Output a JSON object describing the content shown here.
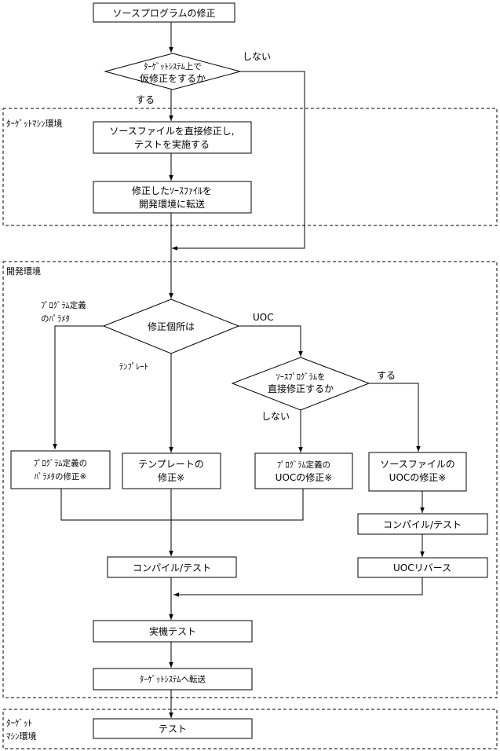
{
  "zones": {
    "target_top": "ﾀｰｹﾞｯﾄﾏｼﾝ環境",
    "dev": "開発環境",
    "target_bottom": [
      "ﾀｰｹﾞｯﾄ",
      "ﾏｼﾝ環境"
    ]
  },
  "nodes": {
    "modify_source": [
      "ソースプログラムの修正"
    ],
    "decide_target": [
      "ﾀｰｹﾞｯﾄｼｽﾃﾑ上で",
      "仮修正をするか"
    ],
    "direct_modify_test": [
      "ソースファイルを直接修正し,",
      "テストを実施する"
    ],
    "transfer_to_dev": [
      "修正したｿｰｽﾌｧｲﾙを",
      "開発環境に転送"
    ],
    "decide_location": [
      "修正個所は"
    ],
    "decide_direct": [
      "ｿｰｽﾌﾟﾛｸﾞﾗﾑを",
      "直接修正するか"
    ],
    "fix_params": [
      "ﾌﾟﾛｸﾞﾗﾑ定義の",
      "ﾊﾟﾗﾒﾀの修正※"
    ],
    "fix_template": [
      "テンプレートの",
      "修正※"
    ],
    "fix_prog_uoc": [
      "ﾌﾟﾛｸﾞﾗﾑ定義の",
      "UOCの修正※"
    ],
    "fix_src_uoc": [
      "ソースファイルの",
      "UOCの修正※"
    ],
    "compile_test_right": [
      "コンパイル/テスト"
    ],
    "compile_test_main": [
      "コンパイル/テスト"
    ],
    "uoc_reverse": [
      "UOCリバース"
    ],
    "real_test": [
      "実機テスト"
    ],
    "transfer_to_target": [
      "ﾀｰｹﾞｯﾄｼｽﾃﾑへ転送"
    ],
    "final_test": [
      "テスト"
    ]
  },
  "edge_labels": {
    "no_top": "しない",
    "yes_top": "する",
    "params_branch": [
      "ﾌﾟﾛｸﾞﾗﾑ定義",
      "のﾊﾟﾗﾒﾀ"
    ],
    "uoc_branch": "UOC",
    "template_branch": "ﾃﾝﾌﾟﾚｰﾄ",
    "no_direct": "しない",
    "yes_direct": "する"
  }
}
